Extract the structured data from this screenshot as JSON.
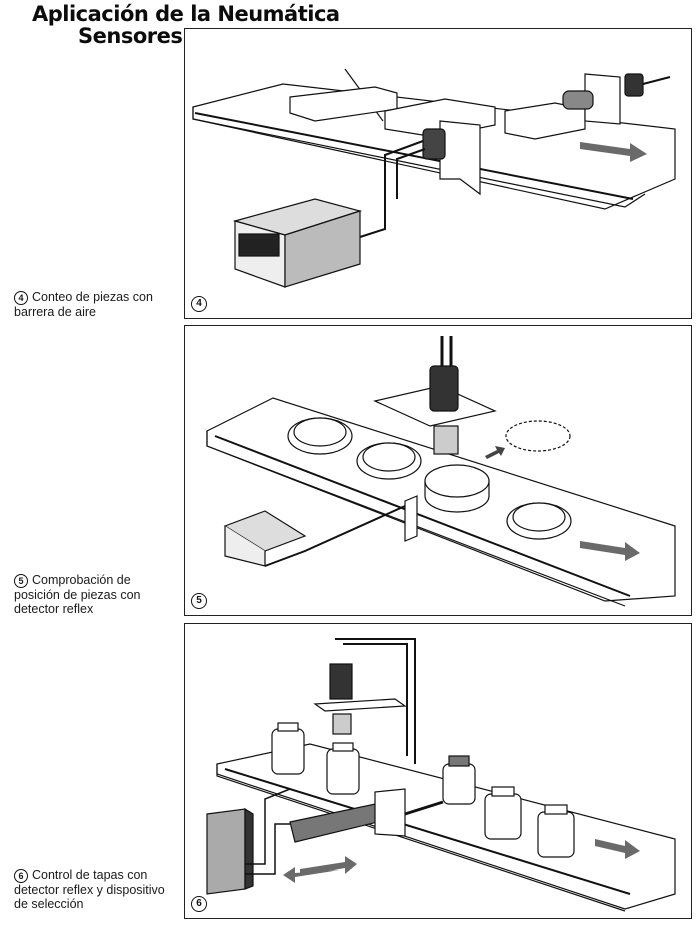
{
  "header": {
    "title_line1": "Aplicación de la Neumática",
    "title_line2": "Sensores"
  },
  "figures": [
    {
      "number": "4",
      "caption": "Conteo de piezas con barrera de aire",
      "illustration": "conveyor with blocks passing between an air-barrier emitter and receiver, connected by tubing to a pneumatic counter"
    },
    {
      "number": "5",
      "caption": "Comprobación de posición de piezas con detector reflex",
      "illustration": "conveyor carrying rings; overhead reflex sensor detects a solid disc; cylinder ejects mispositioned part"
    },
    {
      "number": "6",
      "caption": "Control de tapas con detector reflex y dispositivo de selección",
      "illustration": "conveyor with jars; overhead reflex sensor checks caps; cylinder with valve box diverts rejected jars"
    }
  ],
  "colors": {
    "ink": "#111111",
    "arrow_gray": "#6a6a6a",
    "fill_gray": "#bdbdbd"
  }
}
